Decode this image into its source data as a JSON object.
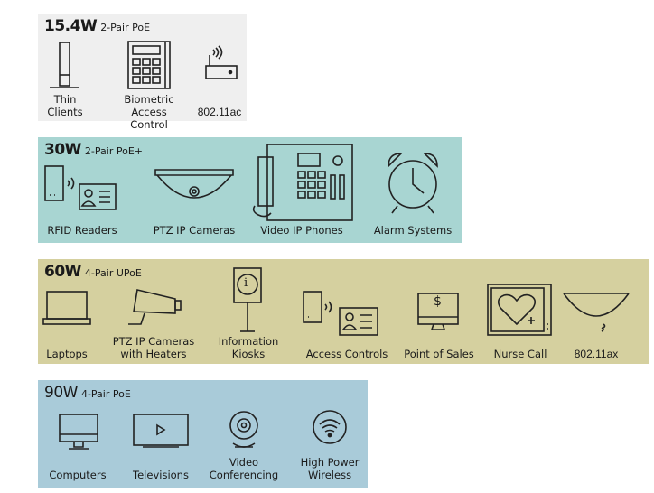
{
  "colors": {
    "p15": "#efefef",
    "p30": "#a8d5d2",
    "p60": "#d5d09f",
    "p90": "#a9cbd9"
  },
  "panels": [
    {
      "watts": "15.4W",
      "type": "2-Pair PoE",
      "items": [
        "Thin Clients",
        "Biometric Access Control",
        "802.11ac"
      ]
    },
    {
      "watts": "30W",
      "type": "2-Pair PoE+",
      "items": [
        "RFID Readers",
        "PTZ IP Cameras",
        "Video IP Phones",
        "Alarm Systems"
      ]
    },
    {
      "watts": "60W",
      "type": "4-Pair UPoE",
      "items": [
        "Laptops",
        "PTZ IP Cameras with Heaters",
        "Information Kiosks",
        "Access Controls",
        "Point of Sales",
        "Nurse Call",
        "802.11ax"
      ]
    },
    {
      "watts": "90W",
      "type": "4-Pair PoE",
      "items": [
        "Computers",
        "Televisions",
        "Video Conferencing",
        "High Power Wireless"
      ]
    }
  ],
  "icons": {
    "info": "i",
    "dollar": "$"
  }
}
